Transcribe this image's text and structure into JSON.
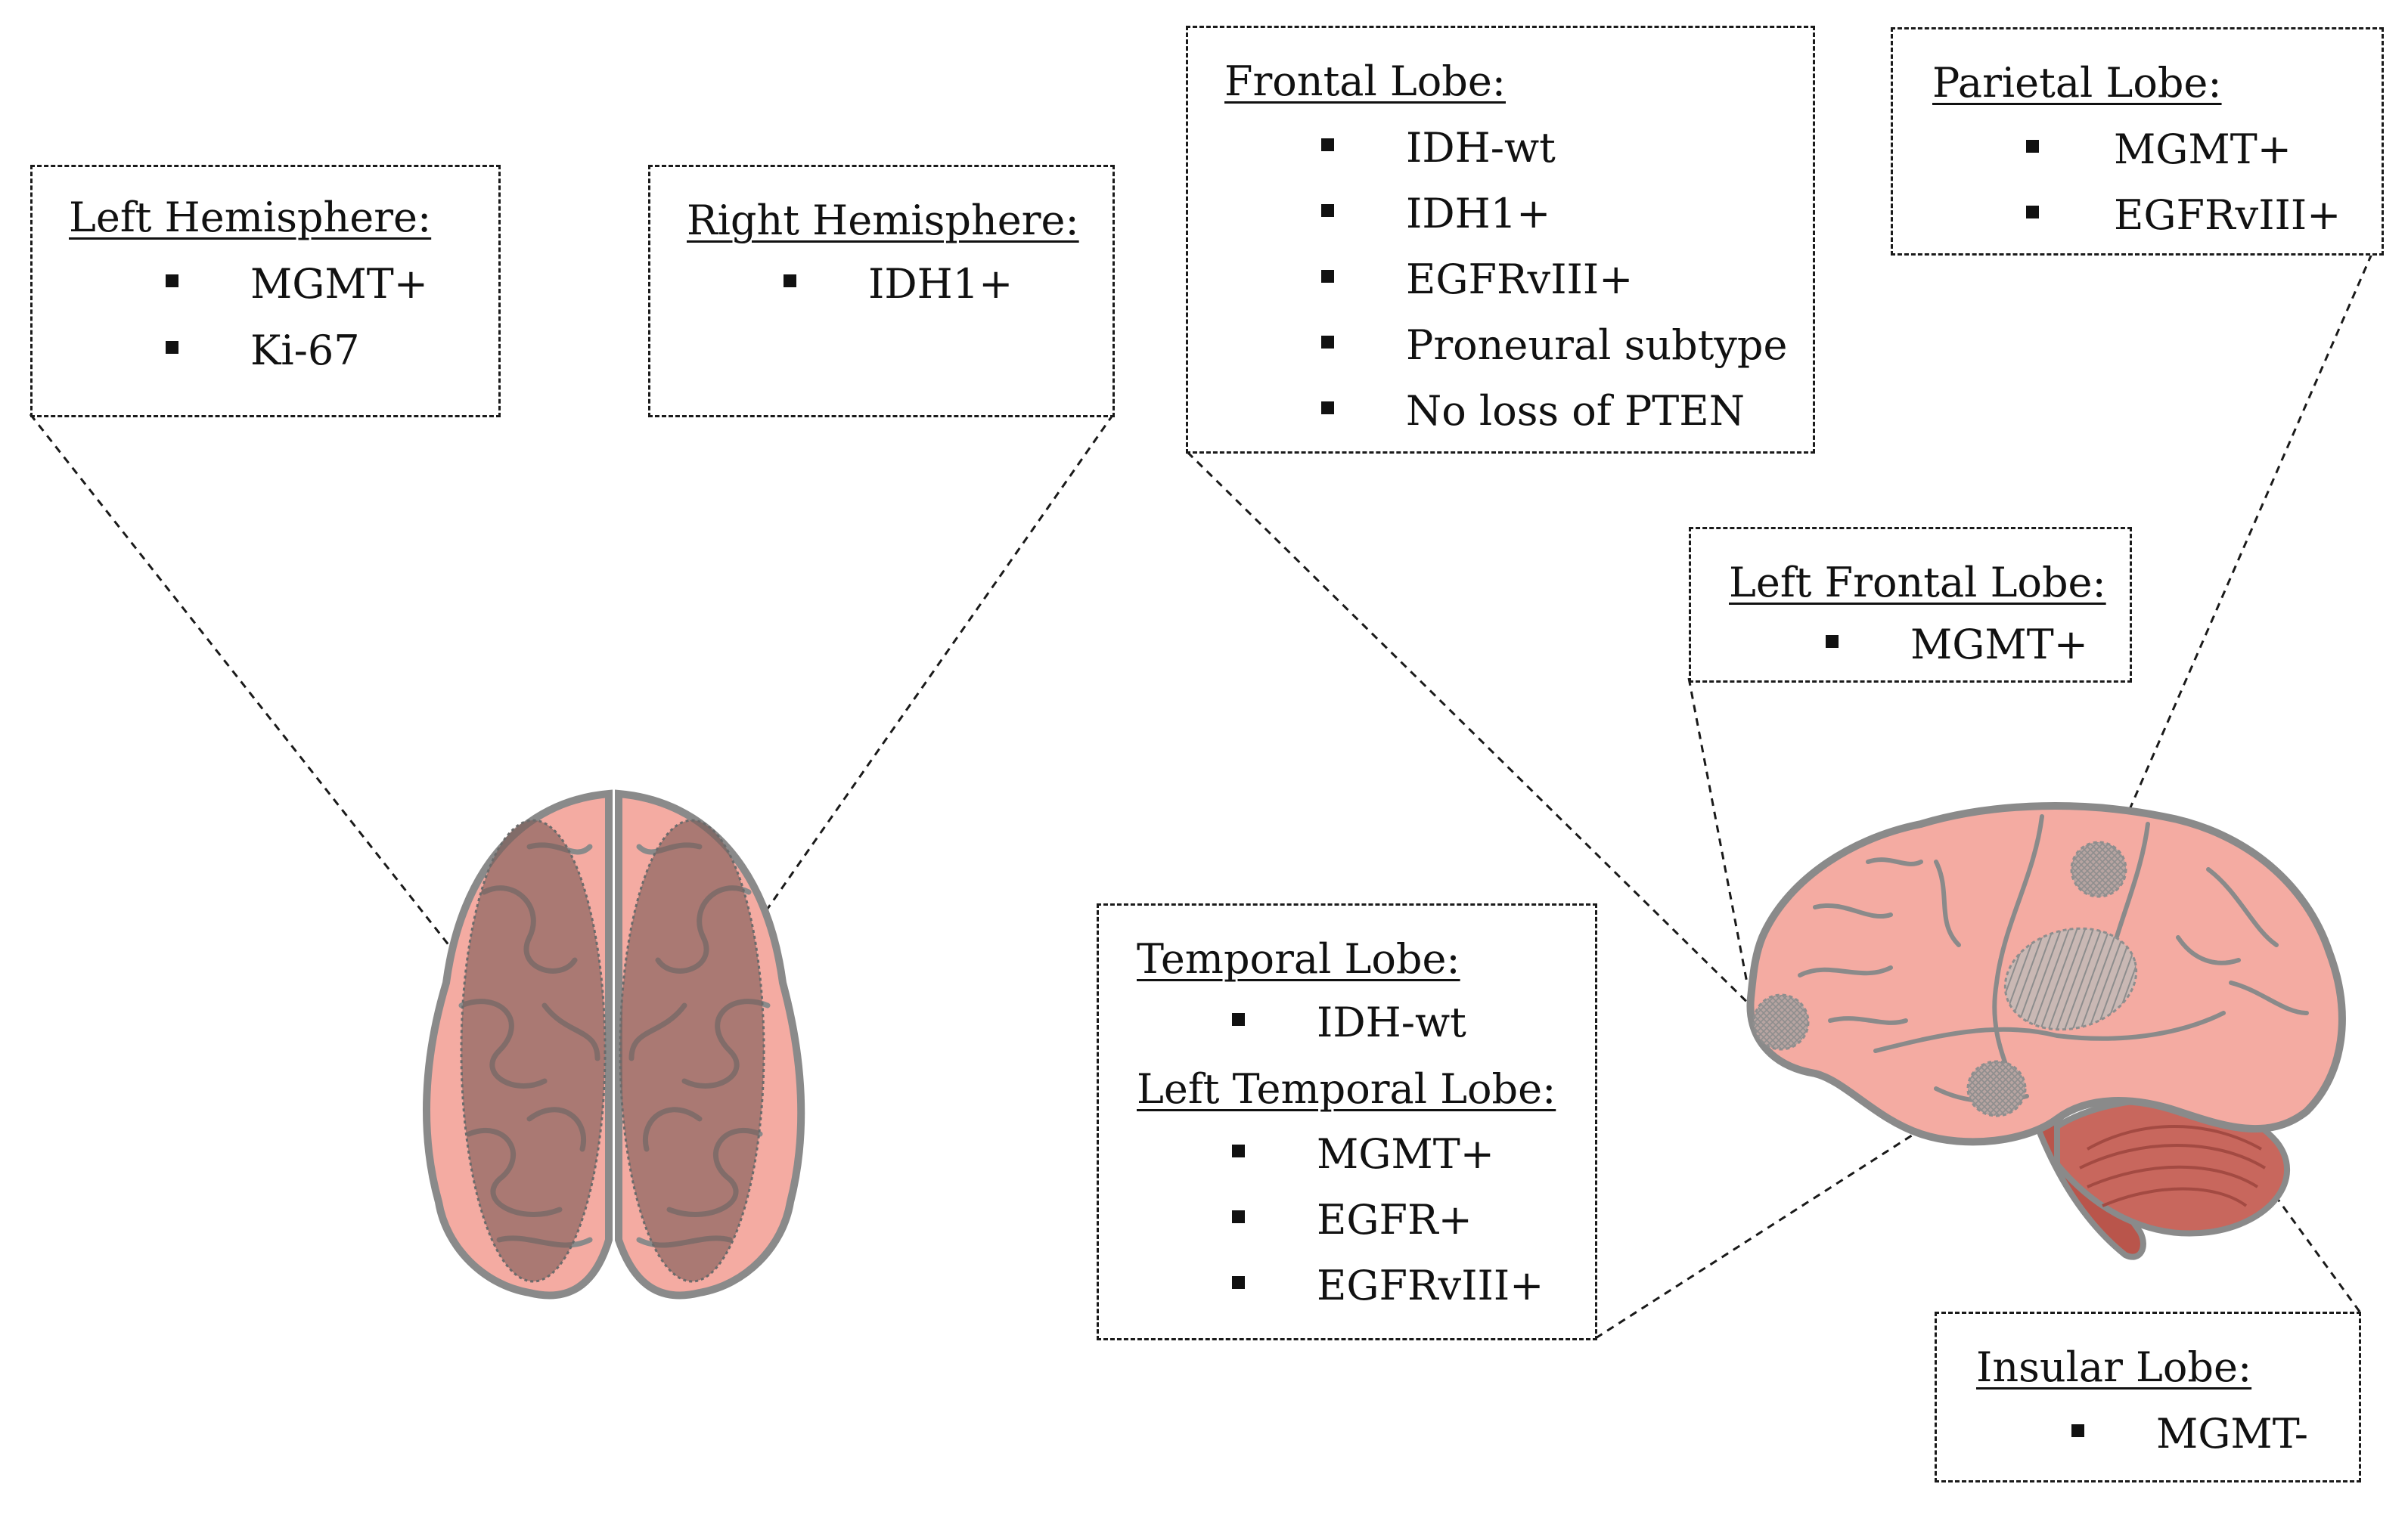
{
  "boxes": {
    "left_hemisphere": {
      "title": "Left Hemisphere:",
      "items": [
        "MGMT+",
        "Ki-67"
      ]
    },
    "right_hemisphere": {
      "title": "Right Hemisphere:",
      "items": [
        "IDH1+"
      ]
    },
    "frontal_lobe": {
      "title": "Frontal Lobe:",
      "items": [
        "IDH-wt",
        "IDH1+",
        "EGFRvIII+",
        "Proneural subtype",
        "No loss of PTEN"
      ]
    },
    "parietal_lobe": {
      "title": "Parietal Lobe:",
      "items": [
        "MGMT+",
        "EGFRvIII+"
      ]
    },
    "left_frontal_lobe": {
      "title": "Left Frontal Lobe:",
      "items": [
        "MGMT+"
      ]
    },
    "temporal_lobe": {
      "title": "Temporal Lobe:",
      "items": [
        "IDH-wt"
      ],
      "title2": "Left Temporal Lobe:",
      "items2": [
        "MGMT+",
        "EGFR+",
        "EGFRvIII+"
      ]
    },
    "insular_lobe": {
      "title": "Insular Lobe:",
      "items": [
        "MGMT-"
      ]
    }
  },
  "colors": {
    "brain_fill": "#f4aba2",
    "brain_outline": "#8a8a8a",
    "hemisphere_overlay": "#8f6a64",
    "cerebellum": "#c8675d",
    "lesion_hatch": "#a0a0a0",
    "dashed_line": "#1a1a1a"
  },
  "icons": {
    "bullet": "square-bullet-icon",
    "top_brain": "brain-top-view-icon",
    "side_brain": "brain-side-view-icon"
  }
}
